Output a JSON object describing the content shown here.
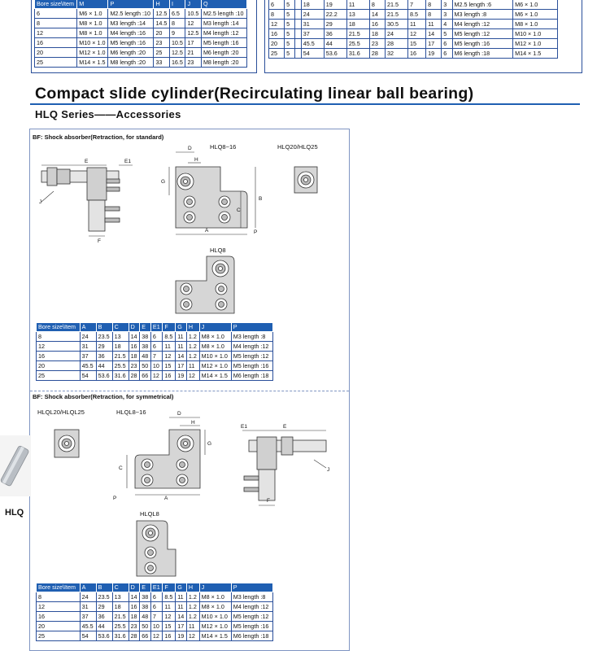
{
  "top_left_table": {
    "columns": [
      "Bore size\\Item",
      "M",
      "P",
      "H",
      "I",
      "J",
      "Q"
    ],
    "rows": [
      [
        "6",
        "M6 × 1.0",
        "M2.5 length :10",
        "12.5",
        "6.5",
        "10.5",
        "M2.5 length :10"
      ],
      [
        "8",
        "M8 × 1.0",
        "M3 length :14",
        "14.5",
        "8",
        "12",
        "M3 length :14"
      ],
      [
        "12",
        "M8 × 1.0",
        "M4 length :16",
        "20",
        "9",
        "12.5",
        "M4 length :12"
      ],
      [
        "16",
        "M10 × 1.0",
        "M5 length :16",
        "23",
        "10.5",
        "17",
        "M5 length :16"
      ],
      [
        "20",
        "M12 × 1.0",
        "M6 length :20",
        "25",
        "12.5",
        "21",
        "M6 length :20"
      ],
      [
        "25",
        "M14 × 1.5",
        "M8 length :20",
        "33",
        "16.5",
        "23",
        "M8 length :20"
      ]
    ]
  },
  "top_right_table": {
    "rows": [
      [
        "6",
        "5",
        "",
        "18",
        "19",
        "11",
        "8",
        "21.5",
        "7",
        "8",
        "3",
        "M2.5 length :6",
        "M6 × 1.0"
      ],
      [
        "8",
        "5",
        "",
        "24",
        "22.2",
        "13",
        "14",
        "21.5",
        "8.5",
        "8",
        "3",
        "M3 length :8",
        "M6 × 1.0"
      ],
      [
        "12",
        "5",
        "",
        "31",
        "29",
        "18",
        "16",
        "30.5",
        "11",
        "11",
        "4",
        "M4 length :12",
        "M8 × 1.0"
      ],
      [
        "16",
        "5",
        "",
        "37",
        "36",
        "21.5",
        "18",
        "24",
        "12",
        "14",
        "5",
        "M5 length :12",
        "M10 × 1.0"
      ],
      [
        "20",
        "5",
        "",
        "45.5",
        "44",
        "25.5",
        "23",
        "28",
        "15",
        "17",
        "6",
        "M5 length :16",
        "M12 × 1.0"
      ],
      [
        "25",
        "5",
        "",
        "54",
        "53.6",
        "31.6",
        "28",
        "32",
        "16",
        "19",
        "6",
        "M6 length :18",
        "M14 × 1.5"
      ]
    ]
  },
  "heading": {
    "title": "Compact slide cylinder(Recirculating linear ball bearing)",
    "subtitle": "HLQ Series——Accessories"
  },
  "section1": {
    "caption": "BF: Shock absorber(Retraction, for standard)",
    "label_hlq8_16": "HLQ8~16",
    "label_hlq20_25": "HLQ20/HLQ25",
    "label_hlq8": "HLQ8",
    "dims": {
      "D": "D",
      "H": "H",
      "E": "E",
      "E1": "E1",
      "G": "G",
      "J": "J",
      "F": "F",
      "B": "B",
      "C": "C",
      "A": "A",
      "P": "P"
    }
  },
  "section2": {
    "caption": "BF: Shock absorber(Retraction, for symmetrical)",
    "label_hlql20_25": "HLQL20/HLQL25",
    "label_hlql8_16": "HLQL8~16",
    "label_hlql8": "HLQL8",
    "dims": {
      "D": "D",
      "H": "H",
      "E": "E",
      "E1": "E1",
      "G": "G",
      "J": "J",
      "F": "F",
      "C": "C",
      "A": "A",
      "P": "P"
    }
  },
  "acc_table": {
    "columns": [
      "Bore size\\Item",
      "A",
      "B",
      "C",
      "D",
      "E",
      "E1",
      "F",
      "G",
      "H",
      "J",
      "P"
    ],
    "rows": [
      [
        "8",
        "24",
        "23.5",
        "13",
        "14",
        "38",
        "6",
        "8.5",
        "11",
        "1.2",
        "M8 × 1.0",
        "M3 length :8"
      ],
      [
        "12",
        "31",
        "29",
        "18",
        "16",
        "38",
        "6",
        "11",
        "11",
        "1.2",
        "M8 × 1.0",
        "M4 length :12"
      ],
      [
        "16",
        "37",
        "36",
        "21.5",
        "18",
        "48",
        "7",
        "12",
        "14",
        "1.2",
        "M10 × 1.0",
        "M5 length :12"
      ],
      [
        "20",
        "45.5",
        "44",
        "25.5",
        "23",
        "50",
        "10",
        "15",
        "17",
        "11",
        "M12 × 1.0",
        "M5 length :16"
      ],
      [
        "25",
        "54",
        "53.6",
        "31.6",
        "28",
        "66",
        "12",
        "16",
        "19",
        "12",
        "M14 × 1.5",
        "M6 length :18"
      ]
    ]
  },
  "side_label": "HLQ"
}
